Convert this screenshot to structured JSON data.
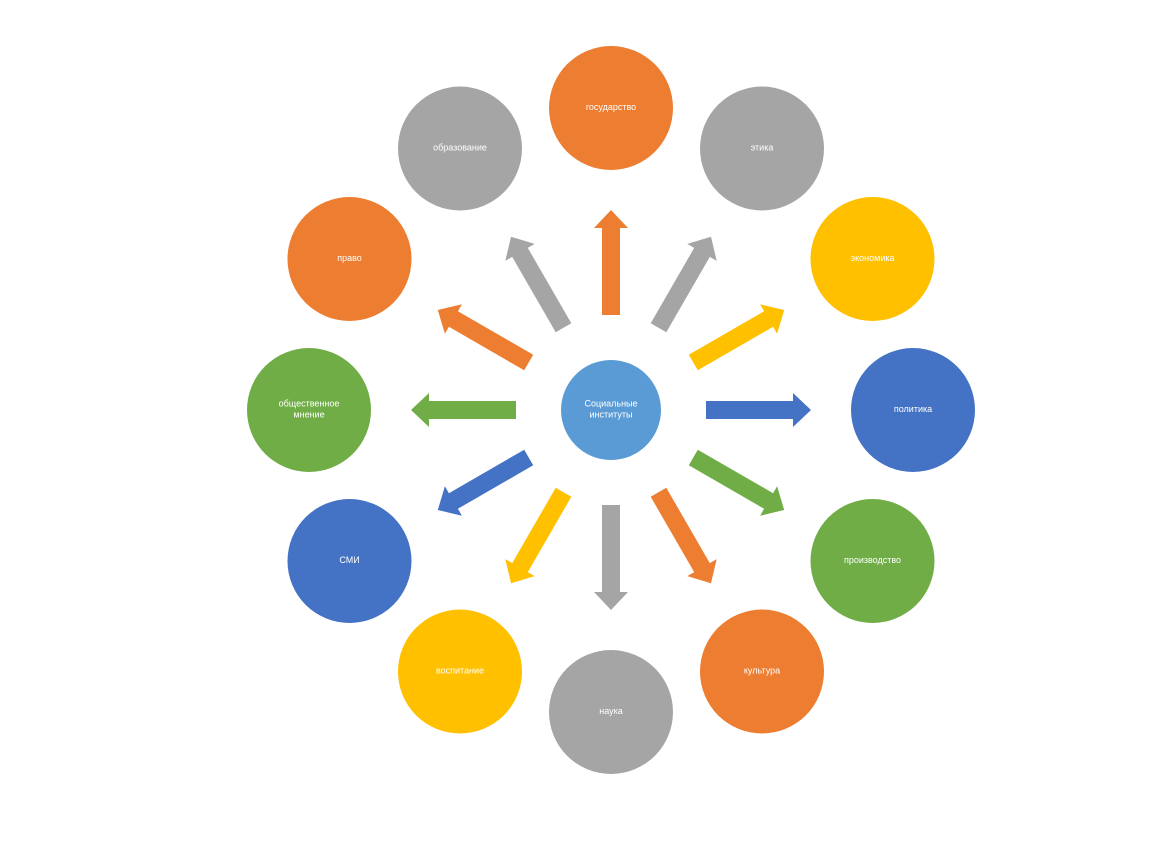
{
  "diagram": {
    "center": {
      "label": "Социальные институты",
      "color": "#5B9BD5"
    },
    "nodes": [
      {
        "label": "государство",
        "color": "#ED7D31"
      },
      {
        "label": "этика",
        "color": "#A5A5A5"
      },
      {
        "label": "экономика",
        "color": "#FFC000"
      },
      {
        "label": "политика",
        "color": "#4472C4"
      },
      {
        "label": "производство",
        "color": "#70AD47"
      },
      {
        "label": "культура",
        "color": "#ED7D31"
      },
      {
        "label": "наука",
        "color": "#A5A5A5"
      },
      {
        "label": "воспитание",
        "color": "#FFC000"
      },
      {
        "label": "СМИ",
        "color": "#4472C4"
      },
      {
        "label": "общественное мнение",
        "color": "#70AD47"
      },
      {
        "label": "право",
        "color": "#ED7D31"
      },
      {
        "label": "образование",
        "color": "#A5A5A5"
      }
    ]
  }
}
